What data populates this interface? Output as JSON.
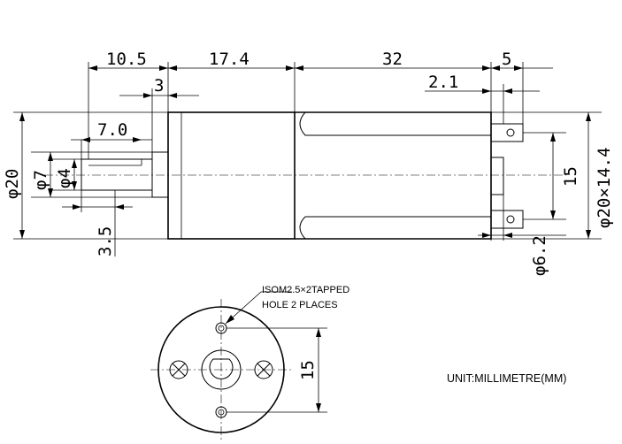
{
  "side_view": {
    "dims": {
      "shaft_length": "10.5",
      "gearbox_length": "17.4",
      "motor_length": "32",
      "terminal_length": "5",
      "boss_length": "3",
      "terminal_offset": "2.1",
      "flat_length": "7.0",
      "shaft_flat": "3.5",
      "body_diameter": "φ20",
      "boss_diameter": "φ7",
      "shaft_diameter": "φ4",
      "terminal_spacing": "15",
      "motor_section": "φ20×14.4",
      "rear_bearing": "φ6.2"
    }
  },
  "end_view": {
    "note_line1": "ISOM2.5×2TAPPED",
    "note_line2": "HOLE 2 PLACES",
    "hole_spacing": "15"
  },
  "unit_label": "UNIT:MILLIMETRE(MM)"
}
